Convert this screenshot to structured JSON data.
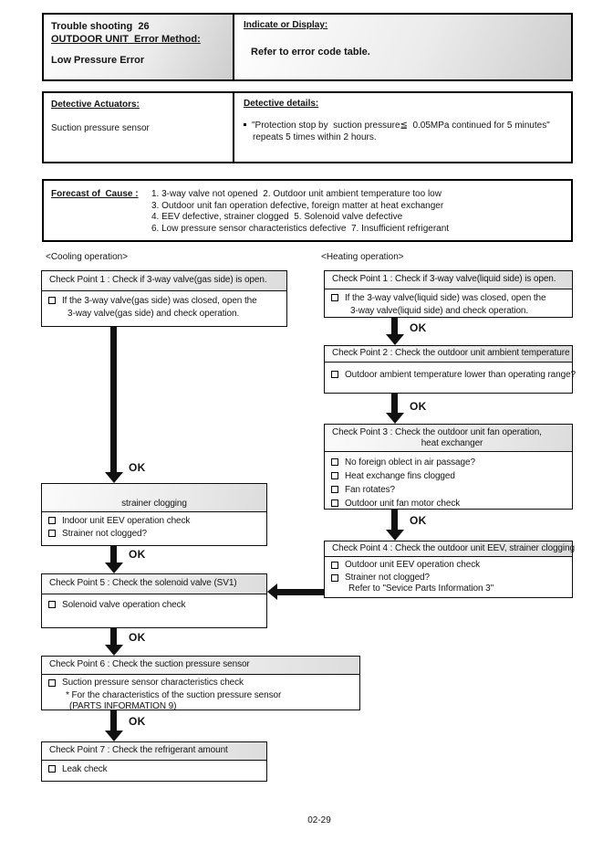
{
  "labels": {
    "ok": "OK"
  },
  "footer": {
    "page_number": "02-29"
  },
  "header_table": {
    "trouble_line": "Trouble shooting  26",
    "unit_line": "OUTDOOR UNIT  Error Method:",
    "error_name": "Low Pressure Error",
    "indicate_label": "Indicate or Display:",
    "indicate_text": "Refer to error code table."
  },
  "detective_table": {
    "actuators_label": "Detective Actuators:",
    "actuators_value": "Suction pressure sensor",
    "details_label": "Detective details:",
    "details_line1": "\"Protection stop by  suction pressure≦  0.05MPa continued for 5 minutes\"",
    "details_line2": "repeats 5 times within 2 hours."
  },
  "forecast": {
    "label": "Forecast of  Cause :",
    "line1": "1. 3-way valve not opened  2. Outdoor unit ambient temperature too low",
    "line2": "3. Outdoor unit fan operation defective, foreign matter at heat exchanger",
    "line3": "4. EEV defective, strainer clogged  5. Solenoid valve defective",
    "line4": "6. Low pressure sensor characteristics defective  7. Insufficient refrigerant"
  },
  "cooling": {
    "section_label": "<Cooling operation>",
    "cp1": {
      "header": "Check Point 1 : Check if 3-way valve(gas side) is open.",
      "item1_line1": "If the 3-way valve(gas side) was closed, open the",
      "item1_line2": "3-way valve(gas side) and check operation."
    },
    "strainer": {
      "header": "strainer clogging",
      "item1": "Indoor unit EEV operation check",
      "item2": "Strainer not clogged?"
    },
    "cp5": {
      "header": "Check Point 5 : Check the solenoid valve (SV1)",
      "item1": "Solenoid valve operation check"
    },
    "cp6": {
      "header": "Check Point 6 : Check the suction pressure sensor",
      "item1": "Suction pressure sensor characteristics check",
      "note1": "* For the characteristics of the suction pressure sensor",
      "note2": "(PARTS INFORMATION 9)"
    },
    "cp7": {
      "header": "Check Point 7 : Check the refrigerant amount",
      "item1": "Leak check"
    }
  },
  "heating": {
    "section_label": "<Heating operation>",
    "cp1": {
      "header": "Check Point 1 : Check if 3-way valve(liquid side) is open.",
      "item1_line1": "If the 3-way valve(liquid side) was closed, open the",
      "item1_line2": "3-way valve(liquid side) and check operation."
    },
    "cp2": {
      "header": "Check Point 2 : Check the outdoor unit ambient temperature",
      "item1": "Outdoor ambient temperature lower than operating range?"
    },
    "cp3": {
      "header_line1": "Check Point 3 : Check the outdoor unit fan operation,",
      "header_line2": "heat exchanger",
      "item1": "No foreign oblect in air passage?",
      "item2": "Heat exchange fins clogged",
      "item3": "Fan rotates?",
      "item4": "Outdoor unit fan motor check"
    },
    "cp4": {
      "header": "Check Point 4 : Check the outdoor unit EEV, strainer clogging",
      "item1": "Outdoor unit EEV operation check",
      "item2": "Strainer not clogged?",
      "note": "Refer to \"Sevice Parts Information 3\""
    }
  }
}
